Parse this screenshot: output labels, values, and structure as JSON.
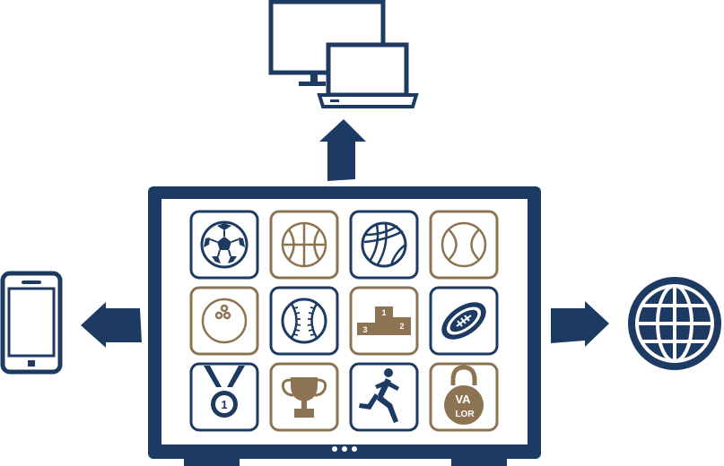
{
  "colors": {
    "navy": "#1d3a63",
    "gold": "#8c7453",
    "white": "#ffffff"
  },
  "devices": {
    "top": "desktop-and-laptop-icon",
    "left": "smartphone-icon",
    "right": "globe-icon",
    "center": "tv-display-icon"
  },
  "tiles": [
    {
      "icon": "soccer-ball-icon",
      "color": "navy"
    },
    {
      "icon": "basketball-icon",
      "color": "gold"
    },
    {
      "icon": "volleyball-icon",
      "color": "navy"
    },
    {
      "icon": "tennis-ball-icon",
      "color": "gold"
    },
    {
      "icon": "bowling-ball-icon",
      "color": "gold"
    },
    {
      "icon": "baseball-icon",
      "color": "navy"
    },
    {
      "icon": "podium-icon",
      "color": "gold"
    },
    {
      "icon": "football-icon",
      "color": "navy"
    },
    {
      "icon": "medal-icon",
      "color": "navy"
    },
    {
      "icon": "trophy-icon",
      "color": "gold"
    },
    {
      "icon": "runner-icon",
      "color": "navy"
    },
    {
      "icon": "valor-logo-icon",
      "color": "gold"
    }
  ],
  "podium": {
    "first": "1",
    "second": "2",
    "third": "3"
  },
  "medal": {
    "rank": "1"
  },
  "valor_logo": {
    "top": "VA",
    "bottom": "LOR"
  }
}
